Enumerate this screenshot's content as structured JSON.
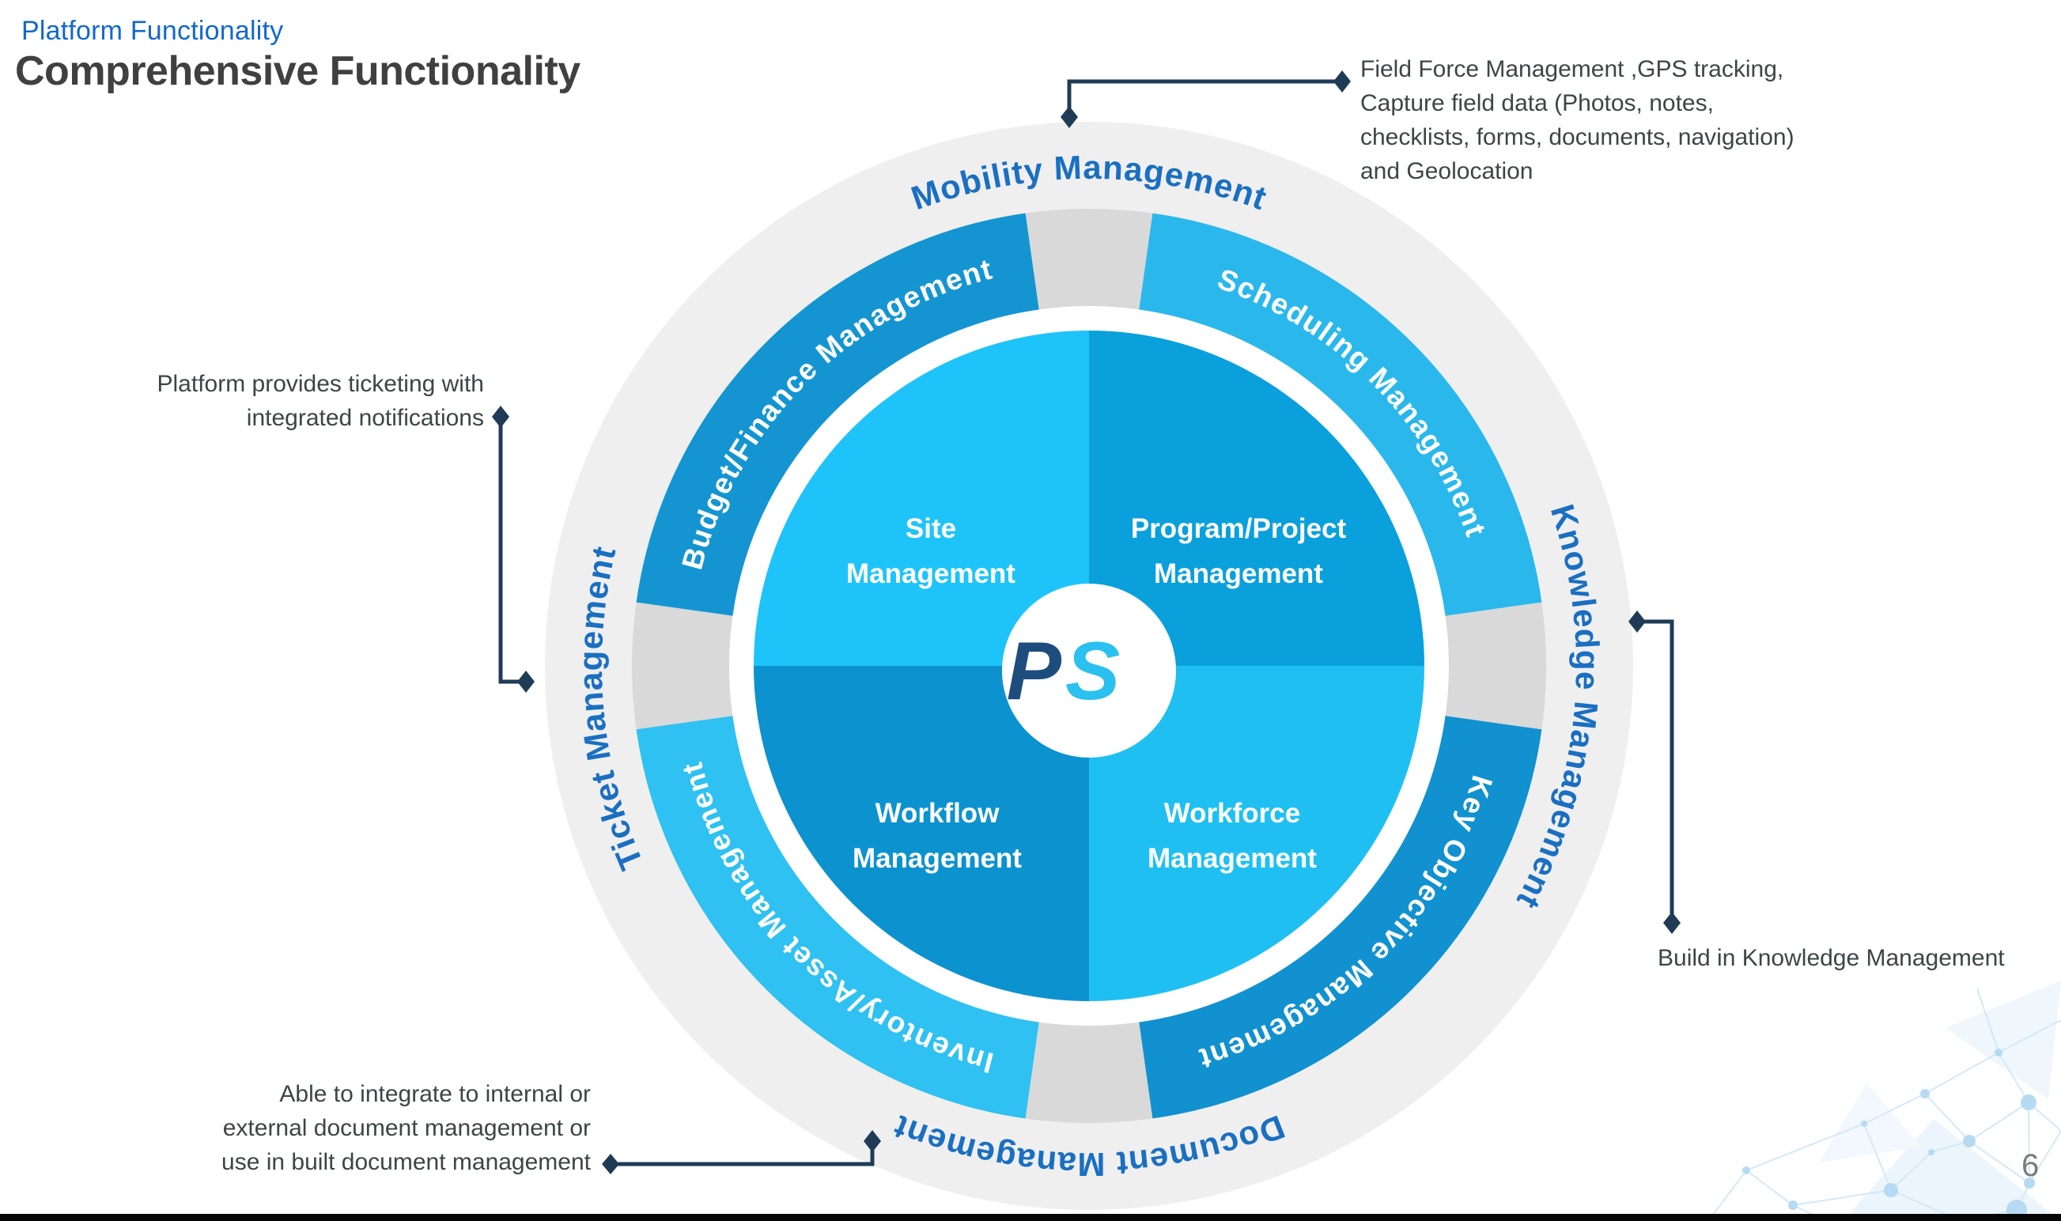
{
  "slide": {
    "eyebrow": "Platform Functionality",
    "title": "Comprehensive Functionality",
    "page_number": "6"
  },
  "logo": {
    "name": "ps-logo",
    "letter_p": "P",
    "letter_s": "S"
  },
  "wheel": {
    "quadrants": [
      {
        "label": "Site\nManagement",
        "color": "#1ec4f9"
      },
      {
        "label": "Program/Project\nManagement",
        "color": "#09a0dc"
      },
      {
        "label": "Workflow\nManagement",
        "color": "#0c92cf"
      },
      {
        "label": "Workforce\nManagement",
        "color": "#1fc0f1"
      }
    ],
    "ring_segments": [
      {
        "label": "Scheduling Management",
        "color": "#2ab8ec"
      },
      {
        "label": "Key Objective Management",
        "color": "#1191cf"
      },
      {
        "label": "Inventory/Asset Management",
        "color": "#2ec1f1"
      },
      {
        "label": "Budget/Finance Management",
        "color": "#1495d2"
      }
    ],
    "outer_labels": [
      {
        "label": "Mobility Management"
      },
      {
        "label": "Knowledge Management"
      },
      {
        "label": "Document Management"
      },
      {
        "label": "Ticket Management"
      }
    ],
    "outer_label_color": "#1a6fc1",
    "outer_ring_color": "#efefef",
    "notch_color": "#d9d9d9"
  },
  "callouts": {
    "connector_color": "#1f3b56",
    "mobility_note": "Field Force Management ,GPS tracking,\nCapture field data (Photos, notes,\nchecklists, forms, documents, navigation)\nand Geolocation",
    "ticket_note": "Platform provides ticketing with\nintegrated notifications",
    "knowledge_note": "Build in Knowledge Management",
    "document_note": "Able to integrate to internal or\nexternal document management or\nuse in built document management"
  }
}
